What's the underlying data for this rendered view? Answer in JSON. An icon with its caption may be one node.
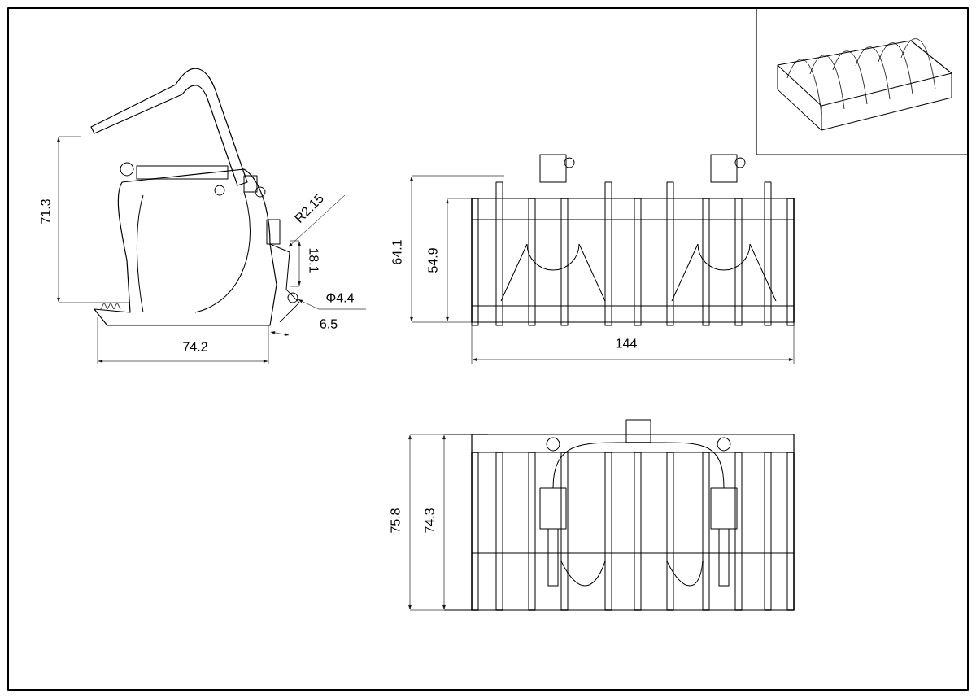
{
  "diagram": {
    "labels": [
      "71.3",
      "R2.15",
      "18.1",
      "Φ4.4",
      "6.5",
      "74.2",
      "64.1",
      "54.9",
      "144",
      "75.8",
      "74.3"
    ]
  }
}
